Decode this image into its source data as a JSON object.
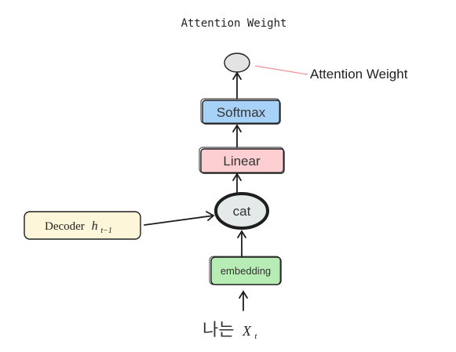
{
  "title": "Attention Weight",
  "output_label": "Attention Weight",
  "nodes": {
    "softmax": "Softmax",
    "linear": "Linear",
    "cat": "cat",
    "embedding": "embedding",
    "decoder_text": "Decoder",
    "decoder_symbol": "h",
    "decoder_subscript": "t−1"
  },
  "input": {
    "token": "나는",
    "symbol": "X",
    "subscript": "t"
  },
  "colors": {
    "softmax_fill": "#a8d1f8",
    "linear_fill": "#fdcfd3",
    "cat_fill": "#e4e9ea",
    "embedding_fill": "#b7ecb4",
    "decoder_fill": "#fdf6d8",
    "output_fill": "#e3e3e3",
    "annotation_line": "#f08f95",
    "stroke": "#1e1e1e"
  }
}
